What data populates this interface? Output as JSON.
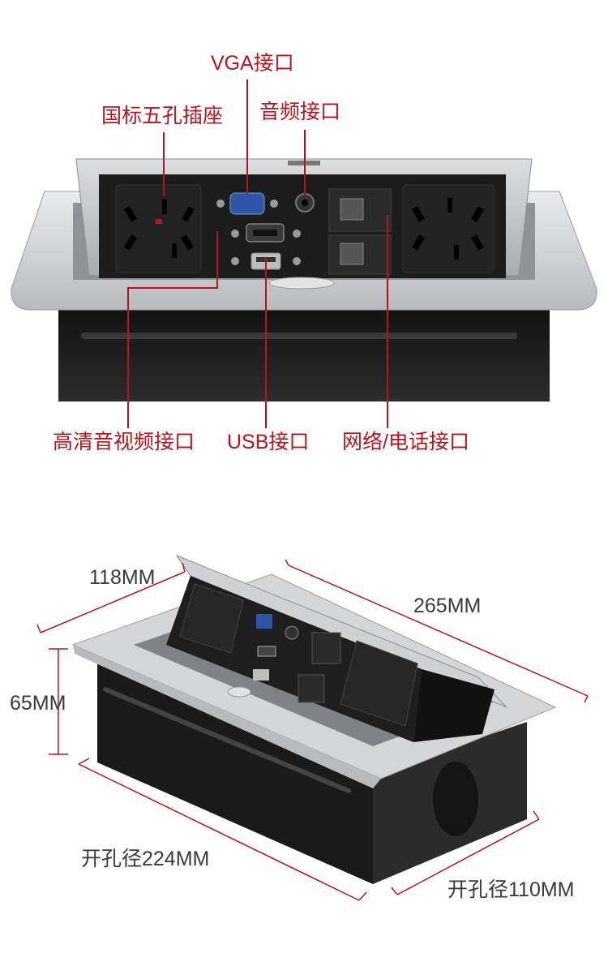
{
  "colors": {
    "callout": "#b8141b",
    "dimension": "#3a3a3a",
    "aluminum": "#cfd1d3",
    "panel": "#1b1b1b"
  },
  "top": {
    "labels": {
      "vga": "VGA接口",
      "socket": "国标五孔插座",
      "audio": "音频接口",
      "hdmi": "高清音视频接口",
      "usb": "USB接口",
      "network": "网络/电话接口"
    }
  },
  "bottom": {
    "labels": {
      "depth": "118MM",
      "length": "265MM",
      "height": "65MM",
      "cutout_length": "开孔径224MM",
      "cutout_width": "开孔径110MM"
    }
  }
}
